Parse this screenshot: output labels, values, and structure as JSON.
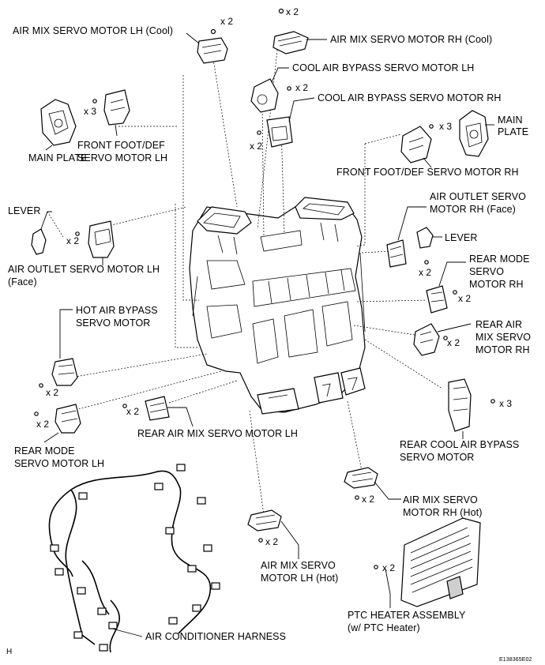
{
  "labels": {
    "air_mix_lh_cool": "AIR MIX SERVO MOTOR LH (Cool)",
    "air_mix_rh_cool": "AIR MIX SERVO MOTOR RH (Cool)",
    "cool_bypass_lh": "COOL AIR BYPASS SERVO MOTOR LH",
    "cool_bypass_rh": "COOL AIR BYPASS SERVO MOTOR RH",
    "main_plate_left": "MAIN PLATE",
    "main_plate_right_1": "MAIN",
    "main_plate_right_2": "PLATE",
    "front_foot_lh_1": "FRONT FOOT/DEF",
    "front_foot_lh_2": "SERVO MOTOR LH",
    "front_foot_rh": "FRONT FOOT/DEF SERVO MOTOR RH",
    "lever_left": "LEVER",
    "lever_right": "LEVER",
    "air_outlet_lh_1": "AIR OUTLET SERVO MOTOR LH",
    "air_outlet_lh_2": "(Face)",
    "air_outlet_rh_1": "AIR OUTLET SERVO",
    "air_outlet_rh_2": "MOTOR RH (Face)",
    "rear_mode_rh_1": "REAR MODE",
    "rear_mode_rh_2": "SERVO",
    "rear_mode_rh_3": "MOTOR RH",
    "rear_air_mix_rh_1": "REAR AIR",
    "rear_air_mix_rh_2": "MIX SERVO",
    "rear_air_mix_rh_3": "MOTOR RH",
    "hot_bypass_1": "HOT AIR BYPASS",
    "hot_bypass_2": "SERVO MOTOR",
    "rear_mode_lh_1": "REAR MODE",
    "rear_mode_lh_2": "SERVO MOTOR LH",
    "rear_air_mix_lh": "REAR AIR MIX SERVO MOTOR LH",
    "rear_cool_bypass_1": "REAR COOL AIR BYPASS",
    "rear_cool_bypass_2": "SERVO MOTOR",
    "air_mix_rh_hot_1": "AIR MIX SERVO",
    "air_mix_rh_hot_2": "MOTOR RH (Hot)",
    "air_mix_lh_hot_1": "AIR MIX SERVO",
    "air_mix_lh_hot_2": "MOTOR LH (Hot)",
    "ptc_1": "PTC HEATER ASSEMBLY",
    "ptc_2": "(w/ PTC Heater)",
    "harness": "AIR CONDITIONER HARNESS"
  },
  "quantities": {
    "x2": "x 2",
    "x3": "x 3"
  },
  "footer": {
    "corner_letter": "H",
    "figure_id": "E138365E02"
  },
  "colors": {
    "line": "#000000",
    "background": "#ffffff",
    "shade": "#cfcfcf"
  }
}
